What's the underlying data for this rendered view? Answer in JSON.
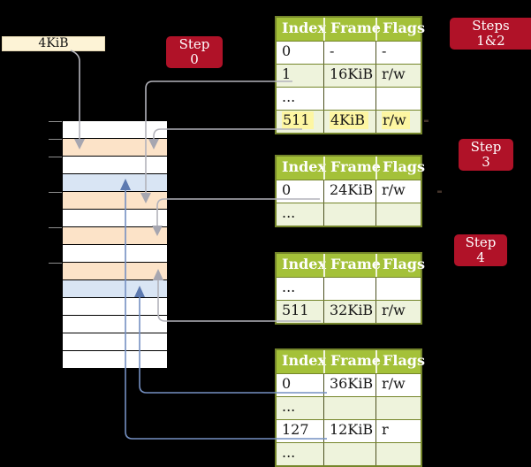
{
  "colors": {
    "badge_red": "#b01228",
    "table_header_green": "#a4c139",
    "table_row_green": "#eef3dc",
    "table_border_olive": "#75862b",
    "frame_box_cream": "#fdf3d6",
    "stack_orange": "#fce3c8",
    "stack_blue": "#d9e5f4",
    "connector_gray": "#b3b3bb",
    "connector_blue": "#7590c2",
    "highlight_yellow": "#fdf6a2"
  },
  "frame_box": {
    "label": "4KiB"
  },
  "badges": {
    "step0": "Step 0",
    "steps12": "Steps 1&2",
    "step3": "Step 3",
    "step4": "Step 4"
  },
  "memory": {
    "rows": [
      "white",
      "orange",
      "white",
      "blue",
      "orange",
      "white",
      "orange",
      "white",
      "orange",
      "blue",
      "white",
      "white",
      "white",
      "white"
    ]
  },
  "tables": [
    {
      "headers": [
        "Index",
        "Frame",
        "Flags"
      ],
      "rows": [
        {
          "index": "0",
          "frame": "-",
          "flags": "-"
        },
        {
          "index": "1",
          "frame": "16KiB",
          "flags": "r/w"
        },
        {
          "index": "...",
          "frame": "",
          "flags": ""
        },
        {
          "index": "511",
          "frame": "4KiB",
          "flags": "r/w"
        }
      ]
    },
    {
      "headers": [
        "Index",
        "Frame",
        "Flags"
      ],
      "rows": [
        {
          "index": "0",
          "frame": "24KiB",
          "flags": "r/w"
        },
        {
          "index": "...",
          "frame": "",
          "flags": ""
        }
      ]
    },
    {
      "headers": [
        "Index",
        "Frame",
        "Flags"
      ],
      "rows": [
        {
          "index": "...",
          "frame": "",
          "flags": ""
        },
        {
          "index": "511",
          "frame": "32KiB",
          "flags": "r/w"
        }
      ]
    },
    {
      "headers": [
        "Index",
        "Frame",
        "Flags"
      ],
      "rows": [
        {
          "index": "0",
          "frame": "36KiB",
          "flags": "r/w"
        },
        {
          "index": "...",
          "frame": "",
          "flags": ""
        },
        {
          "index": "127",
          "frame": "12KiB",
          "flags": "r"
        },
        {
          "index": "...",
          "frame": "",
          "flags": ""
        }
      ]
    }
  ]
}
